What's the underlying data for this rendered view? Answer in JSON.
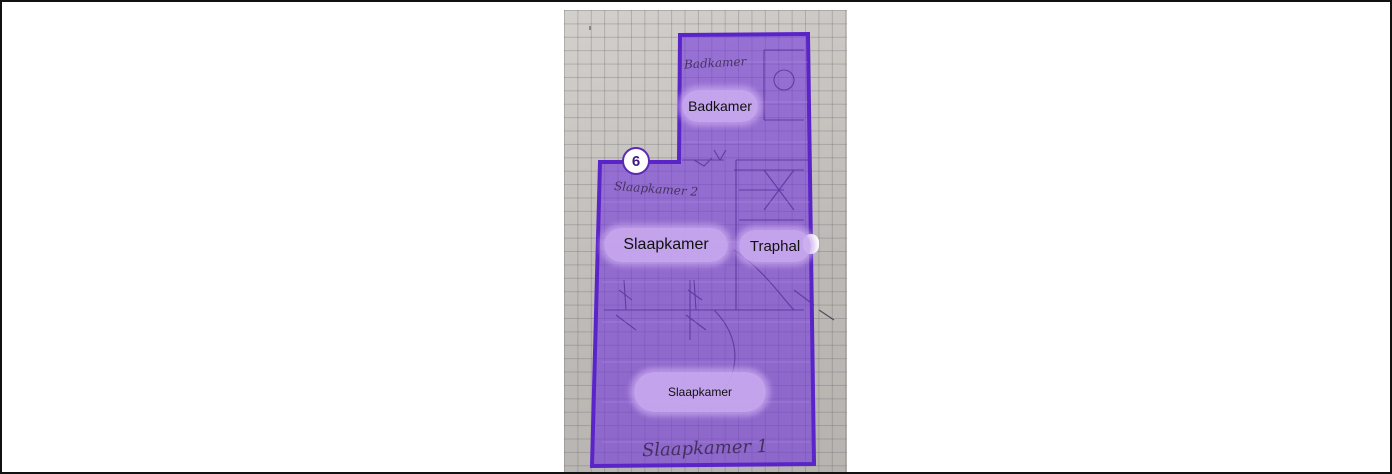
{
  "floorplan": {
    "photo_description_colors": {
      "room_fill": "#7a3ed8",
      "outline": "#5a24c8",
      "label_bg": "#c8a8ee",
      "badge_border": "#5b2ab0"
    },
    "badge": {
      "number": "6"
    },
    "rooms": [
      {
        "label": "Badkamer"
      },
      {
        "label": "Slaapkamer"
      },
      {
        "label": "Traphal"
      },
      {
        "label": "Slaapkamer"
      }
    ],
    "handwriting": {
      "badkamer": "Badkamer",
      "slaapkamer_2": "Slaapkamer 2",
      "slaapkamer_1": "Slaapkamer 1"
    }
  }
}
